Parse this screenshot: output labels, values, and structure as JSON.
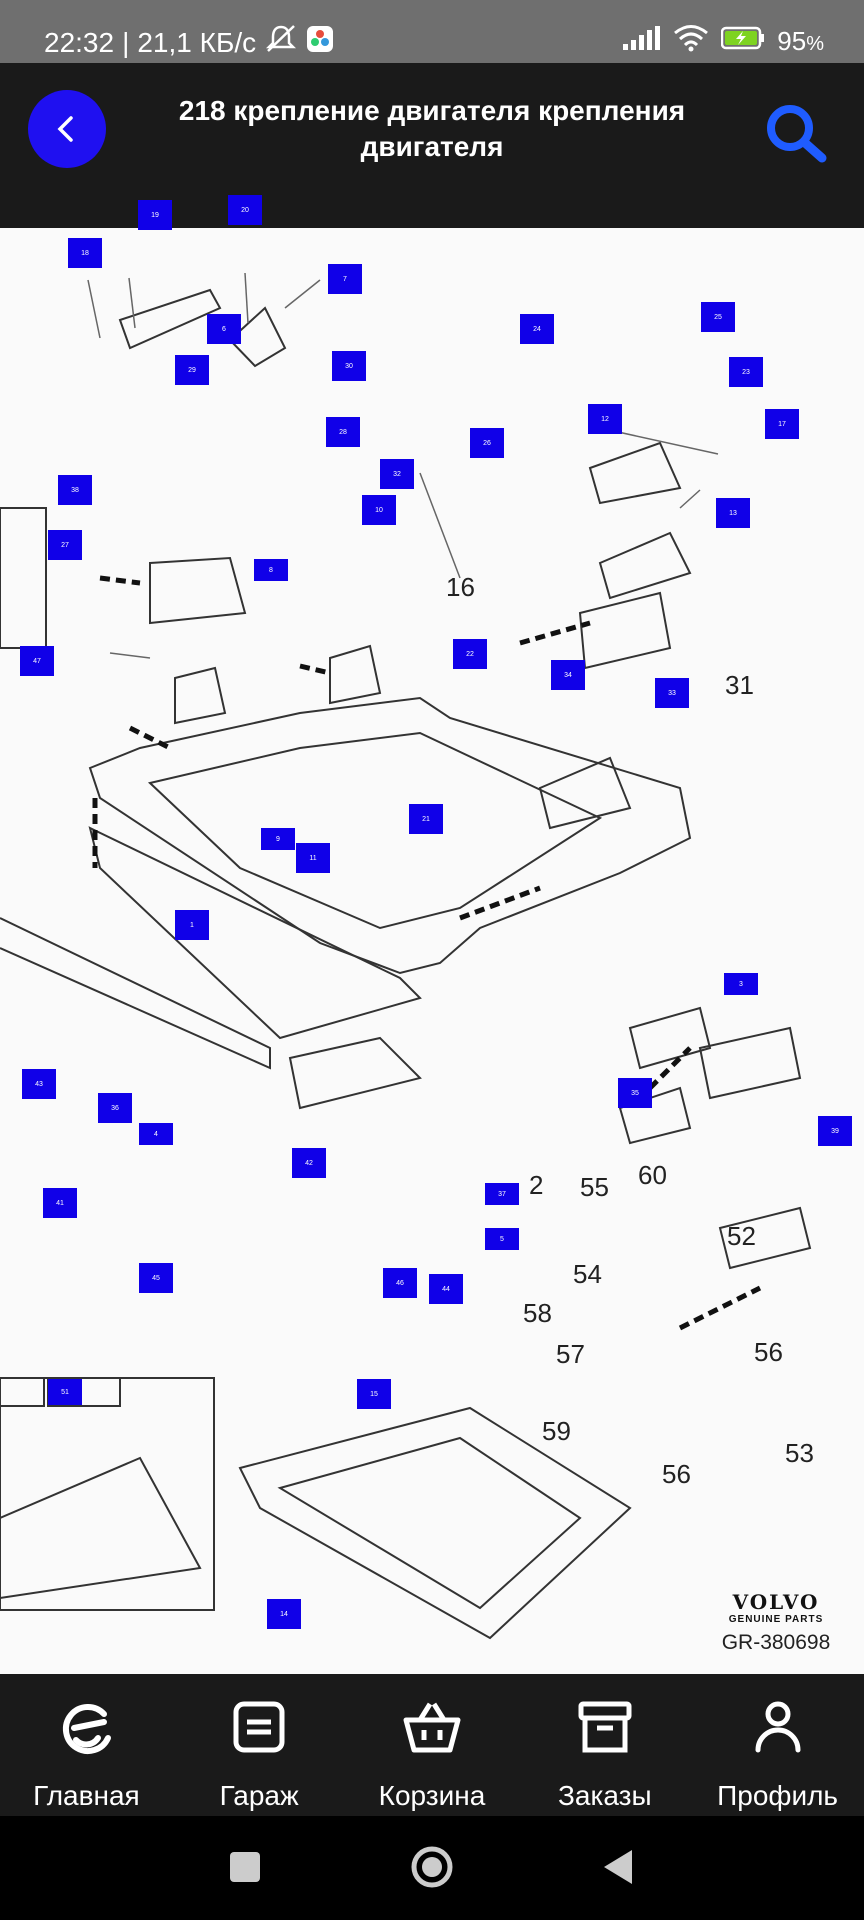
{
  "status": {
    "time": "22:32",
    "speed": "21,1 КБ/с",
    "battery": "95"
  },
  "header": {
    "title": "218 крепление двигателя крепления двигателя"
  },
  "diagram": {
    "brand": "VOLVO",
    "brand_sub": "GENUINE PARTS",
    "code": "GR-380698",
    "callouts": [
      "19",
      "20",
      "18",
      "7",
      "6",
      "24",
      "25",
      "30",
      "29",
      "23",
      "28",
      "12",
      "17",
      "26",
      "38",
      "32",
      "10",
      "13",
      "27",
      "8",
      "47",
      "22",
      "34",
      "33",
      "9",
      "21",
      "11",
      "1",
      "3",
      "43",
      "35",
      "39",
      "36",
      "4",
      "42",
      "37",
      "41",
      "5",
      "45",
      "46",
      "44",
      "51",
      "15",
      "14"
    ],
    "numbers": [
      "16",
      "31",
      "2",
      "55",
      "60",
      "52",
      "54",
      "58",
      "56",
      "57",
      "59",
      "53",
      "56"
    ]
  },
  "nav": {
    "items": [
      "Главная",
      "Гараж",
      "Корзина",
      "Заказы",
      "Профиль"
    ]
  },
  "colors": {
    "accent": "#1000e8",
    "header_bg": "#1a1a1a",
    "search": "#1f5cff"
  }
}
